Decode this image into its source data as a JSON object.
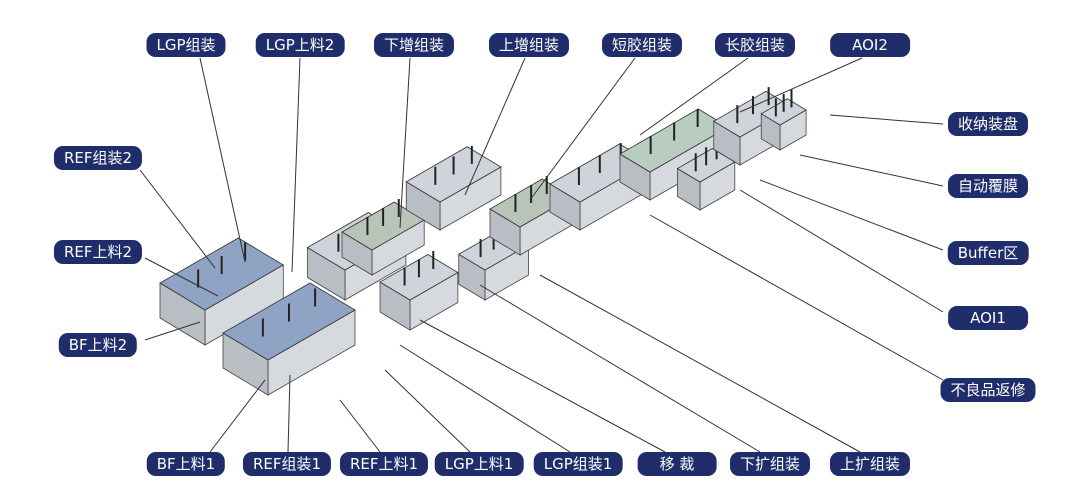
{
  "colors": {
    "label_bg": "#1f2d6b",
    "label_text": "#ffffff",
    "leader_line": "#333333"
  },
  "labels": {
    "top": [
      "LGP组装",
      "LGP上料2",
      "下增组装",
      "上增组装",
      "短胶组装",
      "长胶组装",
      "AOI2"
    ],
    "left": [
      "REF组装2",
      "REF上料2",
      "BF上料2"
    ],
    "right": [
      "收纳装盘",
      "自动覆膜",
      "Buffer区",
      "AOI1",
      "不良品返修"
    ],
    "bottom": [
      "BF上料1",
      "REF组装1",
      "REF上料1",
      "LGP上料1",
      "LGP组装1",
      "移 裁",
      "下扩组装",
      "上扩组装"
    ]
  }
}
